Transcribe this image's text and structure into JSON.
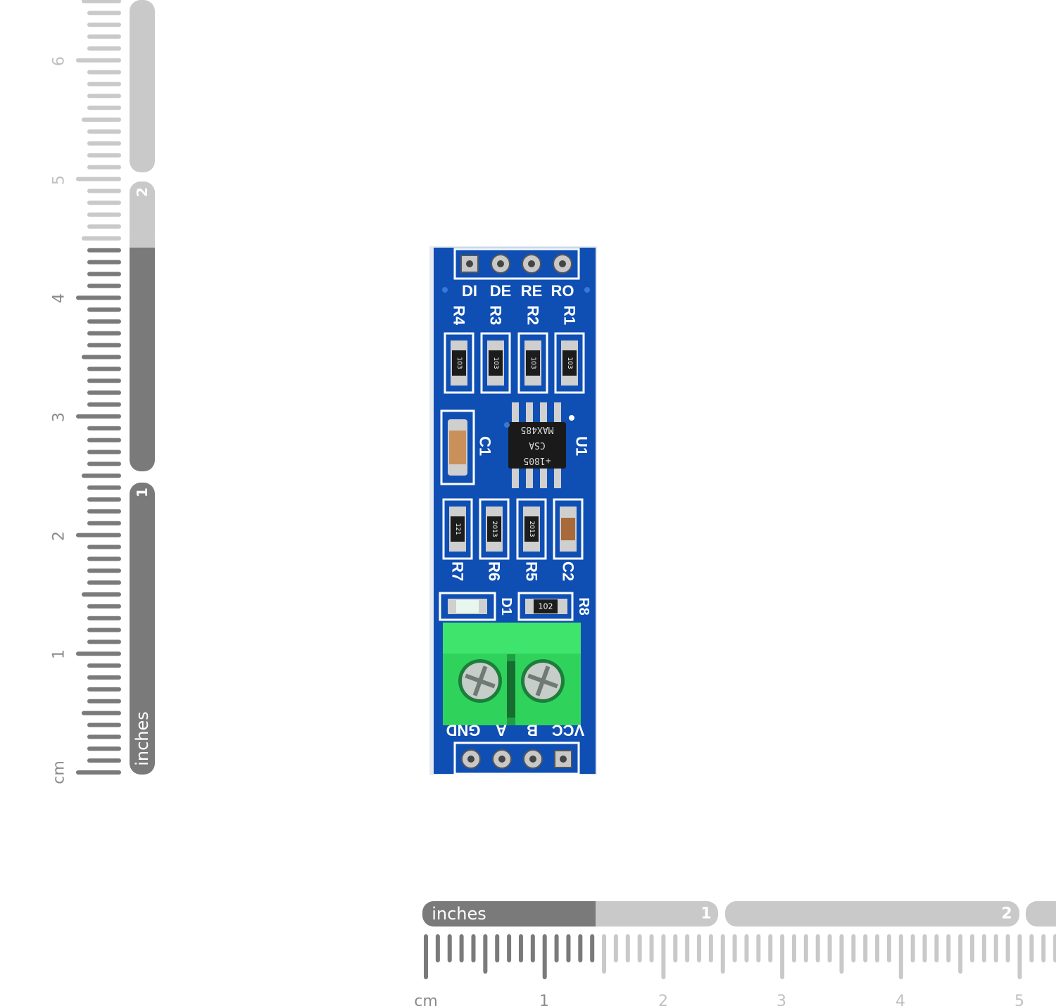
{
  "board": {
    "header_top_labels": [
      "DI",
      "DE",
      "RE",
      "RO"
    ],
    "header_bottom_labels": [
      "GND",
      "A",
      "B",
      "VCC"
    ],
    "resistors_top": [
      {
        "ref": "R4",
        "code": "103"
      },
      {
        "ref": "R3",
        "code": "103"
      },
      {
        "ref": "R2",
        "code": "103"
      },
      {
        "ref": "R1",
        "code": "103"
      }
    ],
    "chip": {
      "ref": "U1",
      "line1": "+1805",
      "line2": "CSA",
      "line3": "MAX485"
    },
    "capacitor_c1": "C1",
    "resistors_bottom": [
      {
        "ref": "R7",
        "code": "121"
      },
      {
        "ref": "R6",
        "code": "2013"
      },
      {
        "ref": "R5",
        "code": "2013"
      },
      {
        "ref": "C2",
        "code": ""
      }
    ],
    "led_ref": "D1",
    "r8": {
      "ref": "R8",
      "code": "102"
    }
  },
  "ruler_vertical": {
    "unit_cm": "cm",
    "unit_inches": "inches",
    "cm_numbers": [
      "1",
      "2",
      "3",
      "4",
      "5",
      "6"
    ],
    "inch_numbers": [
      "1",
      "2"
    ]
  },
  "ruler_horizontal": {
    "unit_cm": "cm",
    "unit_inches": "inches",
    "cm_numbers": [
      "1",
      "2",
      "3",
      "4",
      "5"
    ],
    "inch_numbers": [
      "1",
      "2"
    ]
  },
  "colors": {
    "pcb": "#0f4fb3",
    "pcb_edge": "#e8ecf2",
    "silk": "#ffffff",
    "terminal": "#2fd35c",
    "ruler_dark": "#7a7a7a",
    "ruler_light": "#c9c9c9"
  }
}
